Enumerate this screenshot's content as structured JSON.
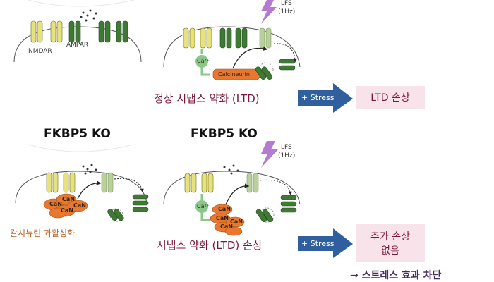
{
  "top_row": {
    "label_nmdar": "NMDAR",
    "label_ampar": "AMPAR",
    "lfs_line1": "LFS",
    "lfs_line2": "(1Hz)",
    "ca_label": "Ca²⁺",
    "calcineurin": "Calcineurin",
    "phrase": "정상 시냅스 약화 (LTD)",
    "stress_label": "+ Stress",
    "result_box": "LTD 손상"
  },
  "bottom_row": {
    "title_left": "FKBP5 KO",
    "title_right": "FKBP5 KO",
    "lfs_line1": "LFS",
    "lfs_line2": "(1Hz)",
    "ca_label": "Ca²⁺",
    "can_label": "CaN",
    "left_caption": "칼시뉴린 과활성화",
    "phrase": "시냅스 약화 (LTD) 손상",
    "stress_label": "+ Stress",
    "result_line1": "추가 손상",
    "result_line2": "없음",
    "conclusion": "→ 스트레스 효과 차단"
  },
  "colors": {
    "nmdar": "#e7e27a",
    "ampar": "#3f7a35",
    "ampar_faded": "#b9cf9c",
    "calcineurin": "#e8782f",
    "ca_green": "#8ac78a",
    "lightning": "#b57ad1",
    "stress_arrow": "#2f5f9e",
    "phrase_text": "#7a1838",
    "result_box": "#f9e3ea"
  }
}
